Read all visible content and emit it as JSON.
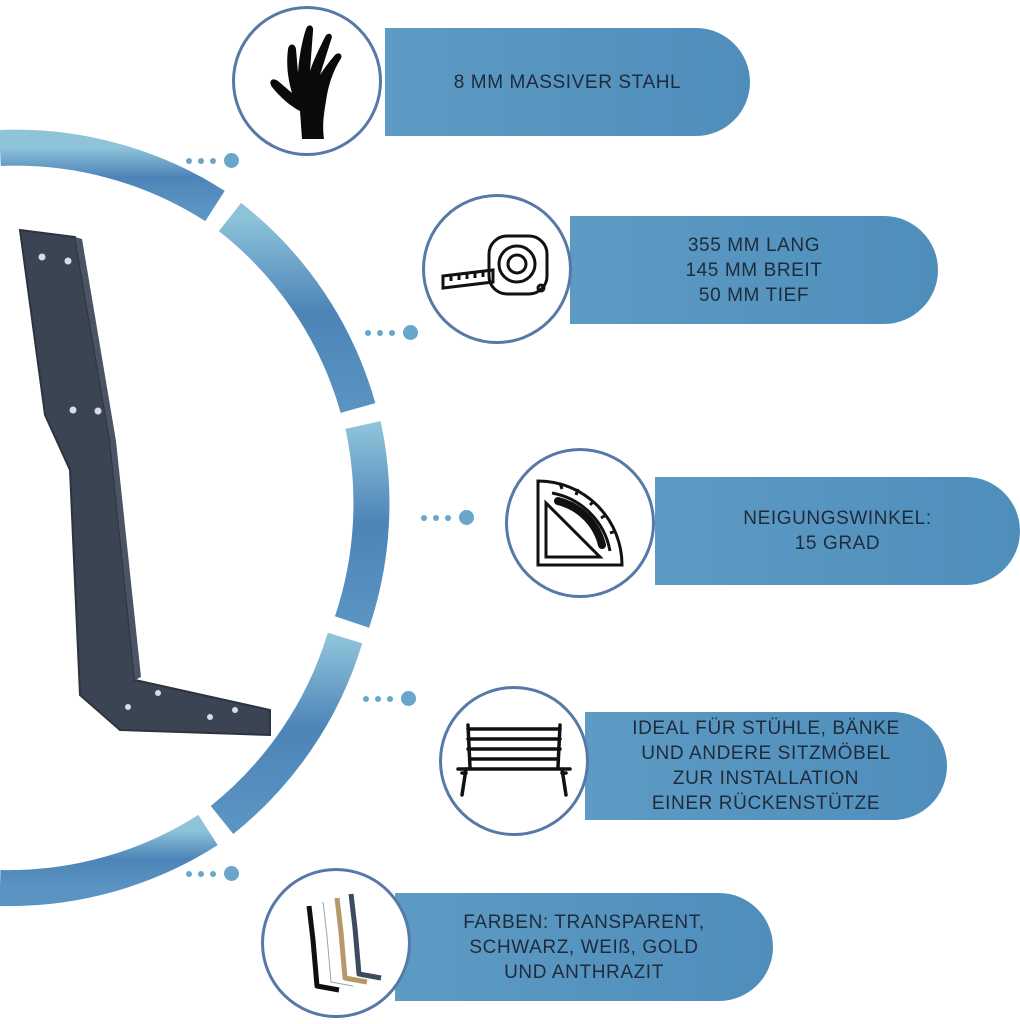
{
  "features": [
    {
      "id": "steel",
      "icon": "hand-icon",
      "lines": [
        "8 MM MASSIVER STAHL"
      ]
    },
    {
      "id": "size",
      "icon": "tape-measure-icon",
      "lines": [
        "355 MM LANG",
        "145 MM BREIT",
        "50 MM TIEF"
      ]
    },
    {
      "id": "angle",
      "icon": "protractor-icon",
      "lines": [
        "NEIGUNGSWINKEL:",
        "15 GRAD"
      ]
    },
    {
      "id": "use",
      "icon": "bench-icon",
      "lines": [
        "IDEAL FÜR STÜHLE, BÄNKE",
        "UND ANDERE SITZMÖBEL",
        "ZUR INSTALLATION",
        "EINER RÜCKENSTÜTZE"
      ]
    },
    {
      "id": "colors",
      "icon": "colored-brackets-icon",
      "lines": [
        "FARBEN: TRANSPARENT,",
        "SCHWARZ, WEIß, GOLD",
        "UND  ANTHRAZIT"
      ]
    }
  ],
  "colors": {
    "pill": "#5d9bc4",
    "circle_border": "#5679a8",
    "arc_light": "#8ec3da",
    "arc_dark": "#4d84b8",
    "bracket": "#3b4452",
    "text": "#1f2a3a"
  }
}
